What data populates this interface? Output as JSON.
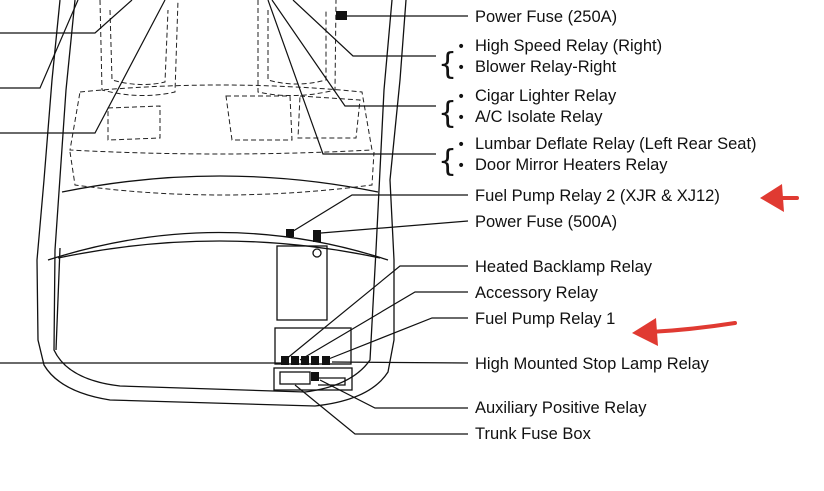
{
  "labels": {
    "power_fuse_250": "Power Fuse (250A)",
    "high_speed_relay_right": "High Speed Relay (Right)",
    "blower_relay_right": "Blower Relay-Right",
    "cigar_lighter_relay": "Cigar Lighter Relay",
    "ac_isolate_relay": "A/C Isolate Relay",
    "lumbar_deflate_relay": "Lumbar Deflate Relay (Left Rear Seat)",
    "door_mirror_heaters_relay": "Door Mirror Heaters Relay",
    "fuel_pump_relay_2": "Fuel Pump Relay 2 (XJR & XJ12)",
    "power_fuse_500": "Power Fuse (500A)",
    "heated_backlamp_relay": "Heated Backlamp Relay",
    "accessory_relay": "Accessory Relay",
    "fuel_pump_relay_1": "Fuel Pump Relay 1",
    "high_mounted_stop_lamp_relay": "High Mounted Stop Lamp Relay",
    "auxiliary_positive_relay": "Auxiliary Positive Relay",
    "trunk_fuse_box": "Trunk Fuse Box"
  },
  "glyphs": {
    "bullet": "•",
    "brace": "{"
  },
  "colors": {
    "line": "#111111",
    "highlight_arrow": "#e03a32"
  },
  "icons": [
    "relay-square-icon",
    "red-arrow-icon"
  ]
}
